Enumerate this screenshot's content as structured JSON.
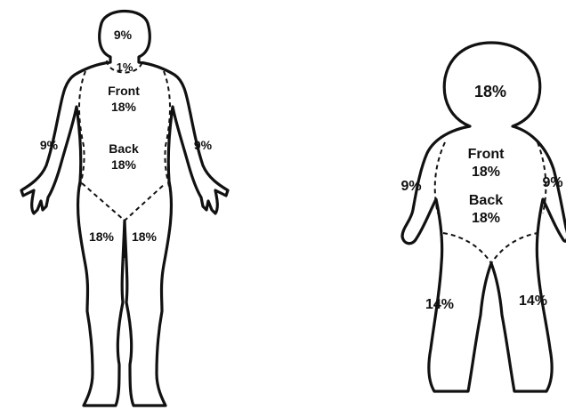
{
  "adult": {
    "head": "9%",
    "neck": "1%",
    "torso": {
      "front": "Front",
      "front_pct": "18%",
      "back": "Back",
      "back_pct": "18%"
    },
    "right_arm": "9%",
    "left_arm": "9%",
    "right_leg": "18%",
    "left_leg": "18%"
  },
  "child": {
    "head": "18%",
    "torso": {
      "front": "Front",
      "front_pct": "18%",
      "back": "Back",
      "back_pct": "18%"
    },
    "right_arm": "9%",
    "left_arm": "9%",
    "right_leg": "14%",
    "left_leg": "14%"
  },
  "colors": {
    "ink": "#111111",
    "background": "#ffffff"
  }
}
